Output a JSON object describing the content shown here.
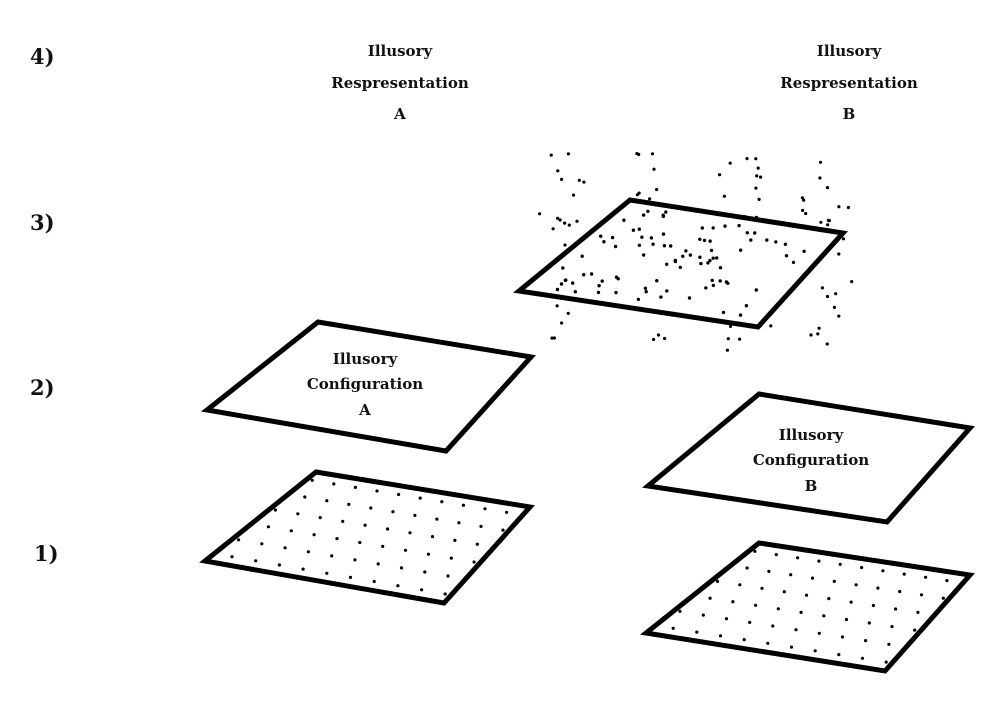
{
  "levels": [
    "4)",
    "3)",
    "2)",
    "1)"
  ],
  "representation_a": {
    "line1": "Illusory",
    "line2": "Respresentation",
    "line3": "A"
  },
  "representation_b": {
    "line1": "Illusory",
    "line2": "Respresentation",
    "line3": "B"
  },
  "configuration_a": {
    "line1": "Illusory",
    "line2": "Configuration",
    "line3": "A"
  },
  "configuration_b": {
    "line1": "Illusory",
    "line2": "Configuration",
    "line3": "B"
  },
  "colors": {
    "stroke": "#000000",
    "background": "#ffffff"
  }
}
